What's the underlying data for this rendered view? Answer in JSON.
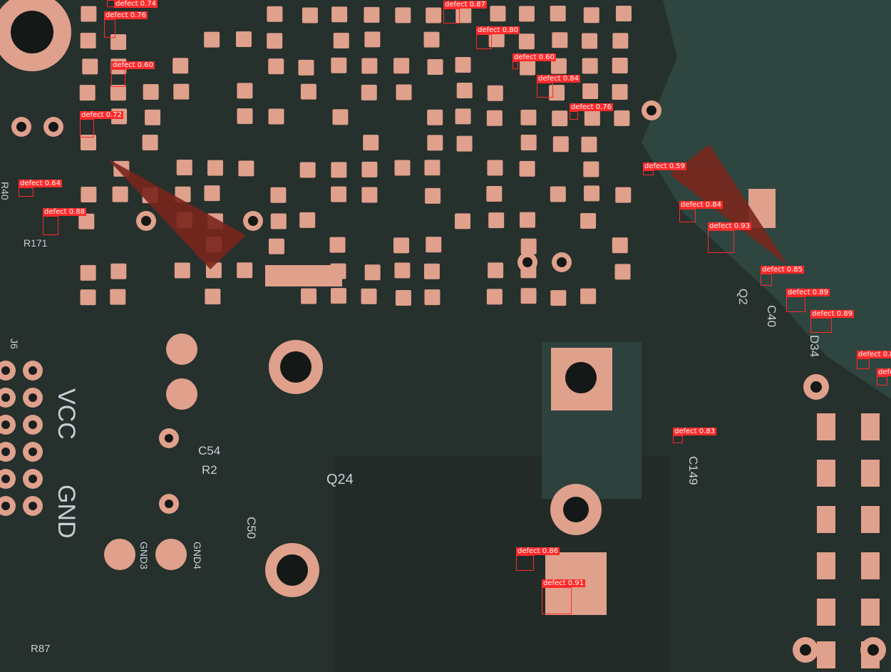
{
  "colors": {
    "board": "#26302d",
    "board_light": "#2f4540",
    "pad": "#dfa08c",
    "trace": "#2c3a36",
    "silkscreen": "#c9cfd6",
    "box": "#ff2a2a",
    "marker": "#7a261c"
  },
  "board_markings": {
    "vcc": "VCC",
    "gnd": "GND",
    "q24": "Q24",
    "j6": "J6",
    "r2": "R2",
    "c50": "C50",
    "c54": "C54",
    "c149": "C149",
    "q2": "Q2",
    "c40": "C40",
    "d34": "D34",
    "r171": "R171",
    "r40": "R40",
    "gnd3": "GND3",
    "gnd4": "GND4",
    "r87": "R87"
  },
  "detections": [
    {
      "label": "defect 0.74"
    },
    {
      "label": "defect 0.76"
    },
    {
      "label": "defect 0.60"
    },
    {
      "label": "defect 0.72"
    },
    {
      "label": "defect 0.64"
    },
    {
      "label": "defect 0.88"
    },
    {
      "label": "defect 0.87"
    },
    {
      "label": "defect 0.80"
    },
    {
      "label": "defect 0.60"
    },
    {
      "label": "defect 0.84"
    },
    {
      "label": "defect 0.76"
    },
    {
      "label": "defect 0.59"
    },
    {
      "label": "defect 0.84"
    },
    {
      "label": "defect 0.93"
    },
    {
      "label": "defect 0.85"
    },
    {
      "label": "defect 0.89"
    },
    {
      "label": "defect 0.89"
    },
    {
      "label": "defect 0.8"
    },
    {
      "label": "defe"
    },
    {
      "label": "defect 0.83"
    },
    {
      "label": "defect 0.86"
    },
    {
      "label": "defect 0.91"
    }
  ]
}
